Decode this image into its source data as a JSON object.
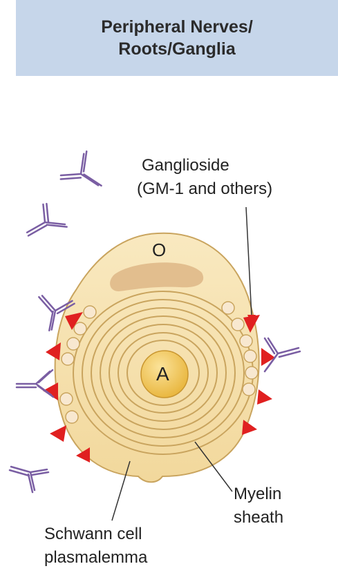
{
  "header": {
    "line1": "Peripheral Nerves/",
    "line2": "Roots/Ganglia"
  },
  "labels": {
    "ganglioside_line1": "Ganglioside",
    "ganglioside_line2": "(GM-1 and others)",
    "oligo_nucleus": "O",
    "axon": "A",
    "myelin_line1": "Myelin",
    "myelin_line2": "sheath",
    "schwann_line1": "Schwann cell",
    "schwann_line2": "plasmalemma"
  },
  "colors": {
    "header_bg": "#c6d6ea",
    "cell_fill": "#f6e2b0",
    "cell_stroke": "#c9a45e",
    "nucleus": "#d9b07a",
    "axon": "#f0c34d",
    "antigen": "#e02020",
    "antibody": "#7a5ea3",
    "vesicle": "#f8e8d0"
  },
  "icons": [
    "antibody-icon",
    "antigen-triangle-icon",
    "ganglioside-vesicle-icon"
  ]
}
